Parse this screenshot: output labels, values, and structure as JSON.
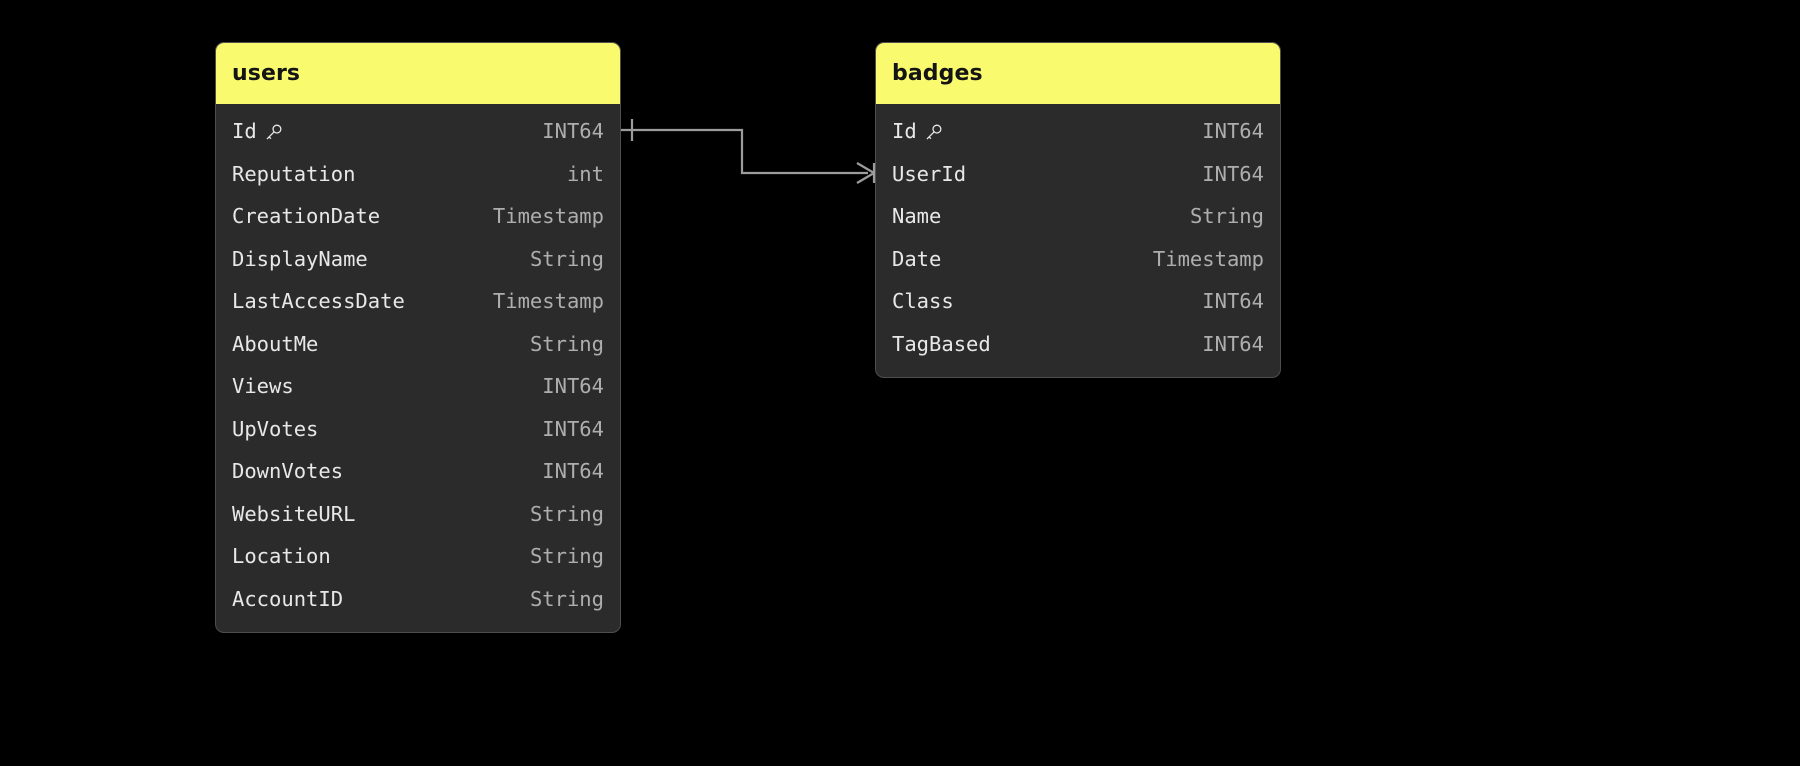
{
  "diagram": {
    "type": "entity-relationship-diagram",
    "background_color": "#000000",
    "entity_header_color": "#f9fa6e",
    "entity_body_color": "#2b2b2b",
    "field_name_color": "#e8e8e8",
    "field_type_color": "#aeaeae",
    "relationship_line_color": "#9c9c9c"
  },
  "entities": [
    {
      "name": "users",
      "fields": [
        {
          "name": "Id",
          "type": "INT64",
          "primary_key": true,
          "key_icon": "key-icon"
        },
        {
          "name": "Reputation",
          "type": "int",
          "primary_key": false
        },
        {
          "name": "CreationDate",
          "type": "Timestamp",
          "primary_key": false
        },
        {
          "name": "DisplayName",
          "type": "String",
          "primary_key": false
        },
        {
          "name": "LastAccessDate",
          "type": "Timestamp",
          "primary_key": false
        },
        {
          "name": "AboutMe",
          "type": "String",
          "primary_key": false
        },
        {
          "name": "Views",
          "type": "INT64",
          "primary_key": false
        },
        {
          "name": "UpVotes",
          "type": "INT64",
          "primary_key": false
        },
        {
          "name": "DownVotes",
          "type": "INT64",
          "primary_key": false
        },
        {
          "name": "WebsiteURL",
          "type": "String",
          "primary_key": false
        },
        {
          "name": "Location",
          "type": "String",
          "primary_key": false
        },
        {
          "name": "AccountID",
          "type": "String",
          "primary_key": false
        }
      ]
    },
    {
      "name": "badges",
      "fields": [
        {
          "name": "Id",
          "type": "INT64",
          "primary_key": true,
          "key_icon": "key-icon"
        },
        {
          "name": "UserId",
          "type": "INT64",
          "primary_key": false
        },
        {
          "name": "Name",
          "type": "String",
          "primary_key": false
        },
        {
          "name": "Date",
          "type": "Timestamp",
          "primary_key": false
        },
        {
          "name": "Class",
          "type": "INT64",
          "primary_key": false
        },
        {
          "name": "TagBased",
          "type": "INT64",
          "primary_key": false
        }
      ]
    }
  ],
  "relationships": [
    {
      "from_entity": "users",
      "from_field": "Id",
      "to_entity": "badges",
      "to_field": "UserId",
      "from_cardinality": "one",
      "to_cardinality": "many",
      "marker": "crows-foot"
    }
  ]
}
